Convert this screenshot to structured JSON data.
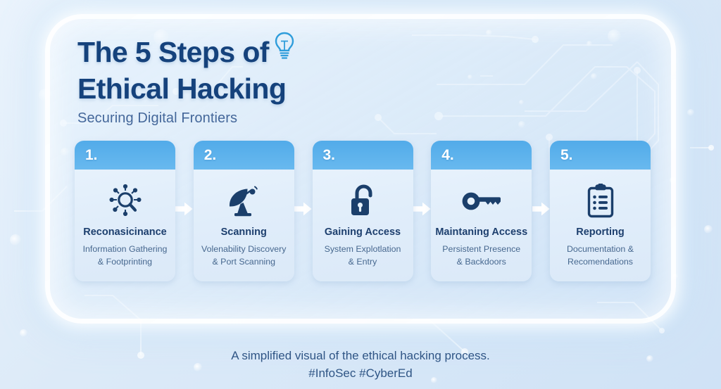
{
  "header": {
    "title_line1": "The 5 Steps of",
    "title_line2": "Ethical Hacking",
    "subtitle": "Securing Digital Frontiers",
    "bulb_icon": "lightbulb-icon"
  },
  "colors": {
    "title": "#15427c",
    "subtitle": "#44679a",
    "card_header_start": "#52abe9",
    "card_header_end": "#68b9ef",
    "card_body": "#e6f1fb",
    "icon": "#1b3f6b",
    "arrow": "#ffffff",
    "footer_text": "#2f5585",
    "page_background": "#dceaf8"
  },
  "steps": [
    {
      "number": "1.",
      "title": "Reconasicinance",
      "desc_line1": "Information Gathering",
      "desc_line2": "& Footprinting",
      "icon": "network-magnifier-icon"
    },
    {
      "number": "2.",
      "title": "Scanning",
      "desc_line1": "Volenability Discovery",
      "desc_line2": "& Port Scanning",
      "icon": "satellite-dish-icon"
    },
    {
      "number": "3.",
      "title": "Gaining Access",
      "desc_line1": "System Explotlation",
      "desc_line2": "& Entry",
      "icon": "open-padlock-icon"
    },
    {
      "number": "4.",
      "title": "Maintaning Access",
      "desc_line1": "Persistent Presence",
      "desc_line2": "& Backdoors",
      "icon": "key-icon"
    },
    {
      "number": "5.",
      "title": "Reporting",
      "desc_line1": "Documentation &",
      "desc_line2": "Recomendations",
      "icon": "clipboard-checklist-icon"
    }
  ],
  "connectors": {
    "icon": "arrow-right-icon",
    "count": 4
  },
  "footer": {
    "line1": "A simplified visual of the ethical hacking process.",
    "line2": "#InfoSec #CyberEd"
  }
}
